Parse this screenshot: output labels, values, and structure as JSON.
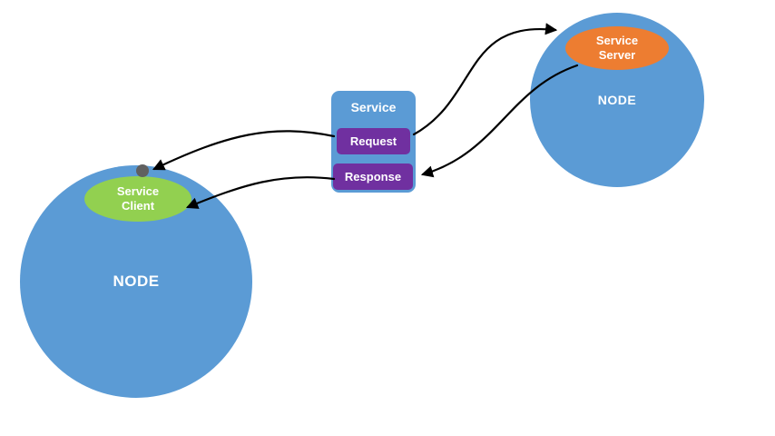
{
  "diagram": {
    "left_node": {
      "label": "NODE"
    },
    "right_node": {
      "label": "NODE"
    },
    "service_client": {
      "label": "Service Client"
    },
    "service_server": {
      "label": "Service Server"
    },
    "service_box": {
      "title": "Service",
      "request_label": "Request",
      "response_label": "Response"
    },
    "colors": {
      "node_blue": "#5B9BD5",
      "client_green": "#92D050",
      "server_orange": "#ED7D31",
      "message_purple": "#7030A0",
      "dot_gray": "#606060",
      "arrow_black": "#000000",
      "text_white": "#FFFFFF",
      "background": "#FFFFFF"
    }
  }
}
